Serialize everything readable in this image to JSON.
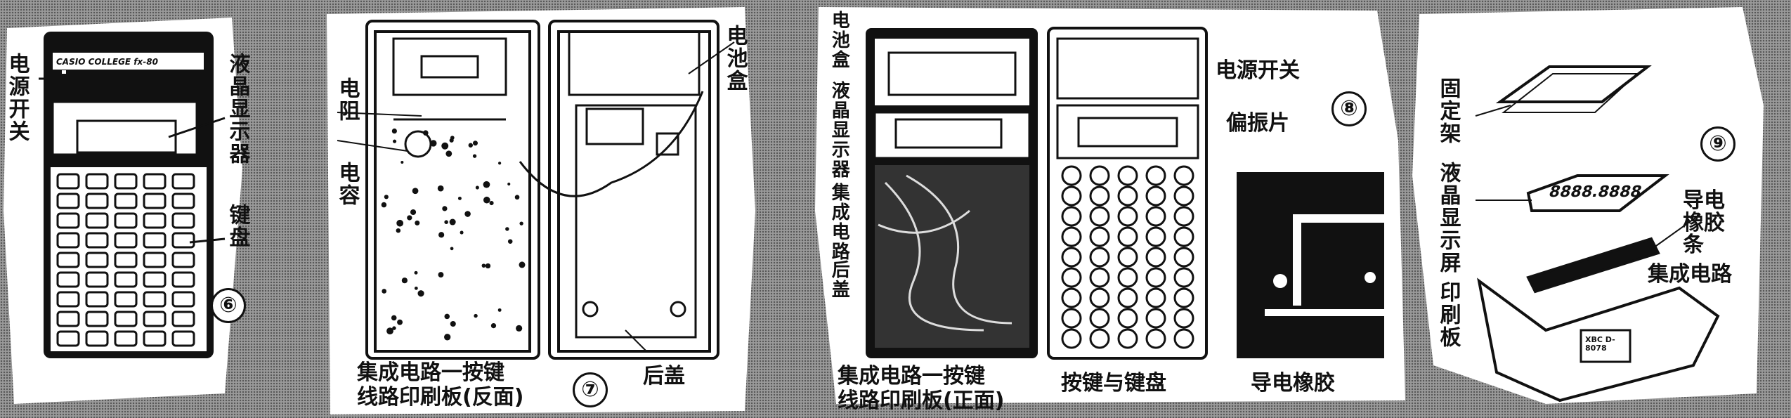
{
  "figure6": {
    "number": "⑥",
    "brand": "CASIO COLLEGE fx-80",
    "labels": {
      "power_switch": "电源开关",
      "lcd": "液晶显示器",
      "keyboard": "键盘"
    }
  },
  "figure7": {
    "number": "⑦",
    "labels": {
      "resistor": "电阻",
      "capacitor": "电容",
      "battery_box": "电池盒",
      "pcb_back_line1": "集成电路一按键",
      "pcb_back_line2": "线路印刷板(反面)",
      "back_cover": "后盖"
    }
  },
  "figure8": {
    "number": "⑧",
    "labels": {
      "battery_box": "电池盒",
      "lcd": "液晶显示器",
      "ic": "集成电路",
      "back_cover": "后盖",
      "power_switch": "电源开关",
      "polarizer": "偏振片",
      "pcb_front_line1": "集成电路一按键",
      "pcb_front_line2": "线路印刷板(正面)",
      "keys_keyboard": "按键与键盘",
      "conductive_rubber": "导电橡胶"
    }
  },
  "figure9": {
    "number": "⑨",
    "display_digits": "8888.8888",
    "chip_text": "XBC D-8078",
    "labels": {
      "bracket": "固定架",
      "lcd_screen": "液晶显示屏",
      "conductive_strip": "导电橡胶条",
      "ic": "集成电路",
      "pcb": "印刷板"
    }
  }
}
